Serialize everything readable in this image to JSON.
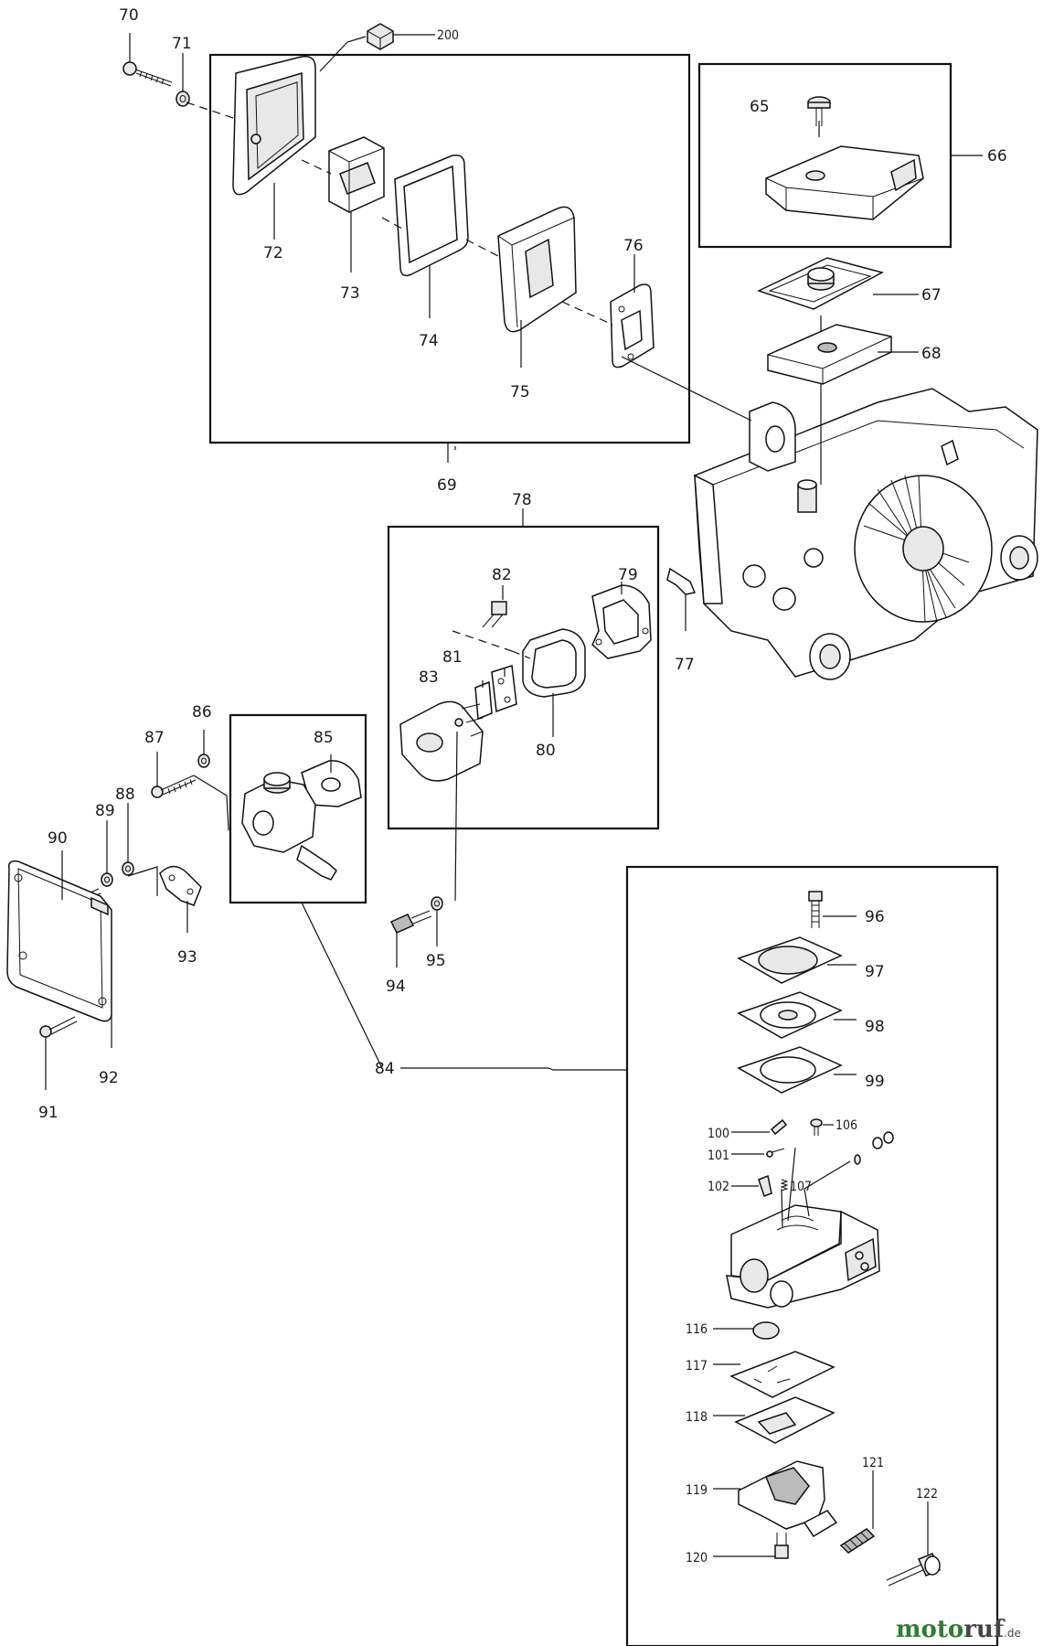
{
  "parts": {
    "p65": "65",
    "p66": "66",
    "p67": "67",
    "p68": "68",
    "p69": "69",
    "p70": "70",
    "p71": "71",
    "p72": "72",
    "p73": "73",
    "p74": "74",
    "p75": "75",
    "p76": "76",
    "p77": "77",
    "p78": "78",
    "p79": "79",
    "p80": "80",
    "p81": "81",
    "p82": "82",
    "p83": "83",
    "p84": "84",
    "p85": "85",
    "p86": "86",
    "p87": "87",
    "p88": "88",
    "p89": "89",
    "p90": "90",
    "p91": "91",
    "p92": "92",
    "p93": "93",
    "p94": "94",
    "p95": "95",
    "p96": "96",
    "p97": "97",
    "p98": "98",
    "p99": "99",
    "p100": "100",
    "p101": "101",
    "p102": "102",
    "p106": "106",
    "p107": "107",
    "p116": "116",
    "p117": "117",
    "p118": "118",
    "p119": "119",
    "p120": "120",
    "p121": "121",
    "p122": "122",
    "p200": "200"
  },
  "watermark": {
    "brand_a": "moto",
    "brand_b": "ruf",
    "tld": ".de"
  }
}
